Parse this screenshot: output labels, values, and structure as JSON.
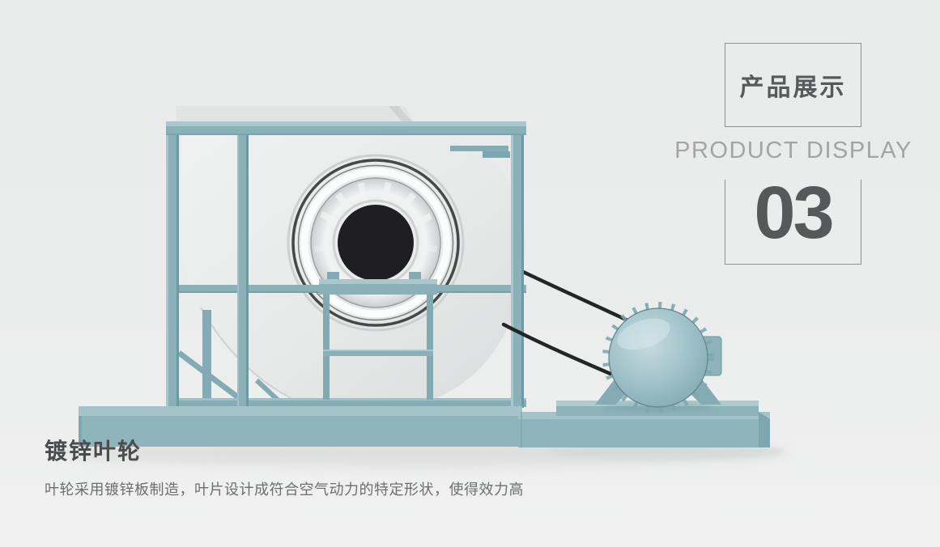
{
  "badge": {
    "title_cn": "产品展示",
    "title_en": "PRODUCT DISPLAY",
    "number": "03"
  },
  "caption": {
    "title": "镀锌叶轮",
    "description": "叶轮采用镀锌板制造，叶片设计成符合空气动力的特定形状，使得效力高"
  },
  "colors": {
    "background": "#eaebeb",
    "border_gray": "#929292",
    "title_dark": "#58595b",
    "subtitle_gray": "#a4a4a4",
    "heading_dark": "#4b4c4e",
    "body_text": "#6d6e70",
    "teal_front": "#8ab1b8",
    "teal_light": "#a9c7cc",
    "teal_base": "#8fb5bc",
    "teal_dark": "#6f99a2",
    "casing_white": "#e8eaea",
    "hub": "#1e1e20",
    "belt": "#232527"
  }
}
